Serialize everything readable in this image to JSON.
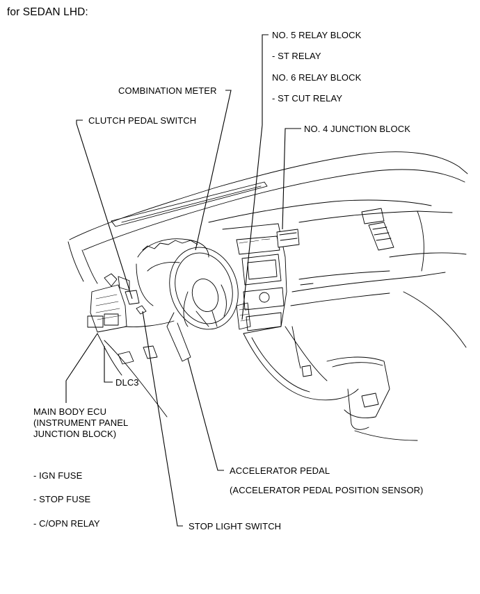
{
  "title": "for SEDAN LHD:",
  "labels": {
    "no5_relay_block": "NO. 5 RELAY BLOCK",
    "st_relay": "- ST RELAY",
    "no6_relay_block": "NO. 6 RELAY BLOCK",
    "st_cut_relay": "- ST CUT RELAY",
    "combination_meter": "COMBINATION METER",
    "clutch_pedal_switch": "CLUTCH PEDAL SWITCH",
    "no4_junction_block": "NO. 4 JUNCTION BLOCK",
    "dlc3": "DLC3",
    "main_body_ecu_line1": "MAIN BODY ECU",
    "main_body_ecu_line2": "(INSTRUMENT PANEL",
    "main_body_ecu_line3": "JUNCTION BLOCK)",
    "ign_fuse": "- IGN FUSE",
    "stop_fuse": "- STOP FUSE",
    "copn_relay": "- C/OPN RELAY",
    "accelerator_pedal": "ACCELERATOR PEDAL",
    "accelerator_pedal_position_sensor": "(ACCELERATOR PEDAL POSITION SENSOR)",
    "stop_light_switch": "STOP LIGHT SWITCH"
  }
}
